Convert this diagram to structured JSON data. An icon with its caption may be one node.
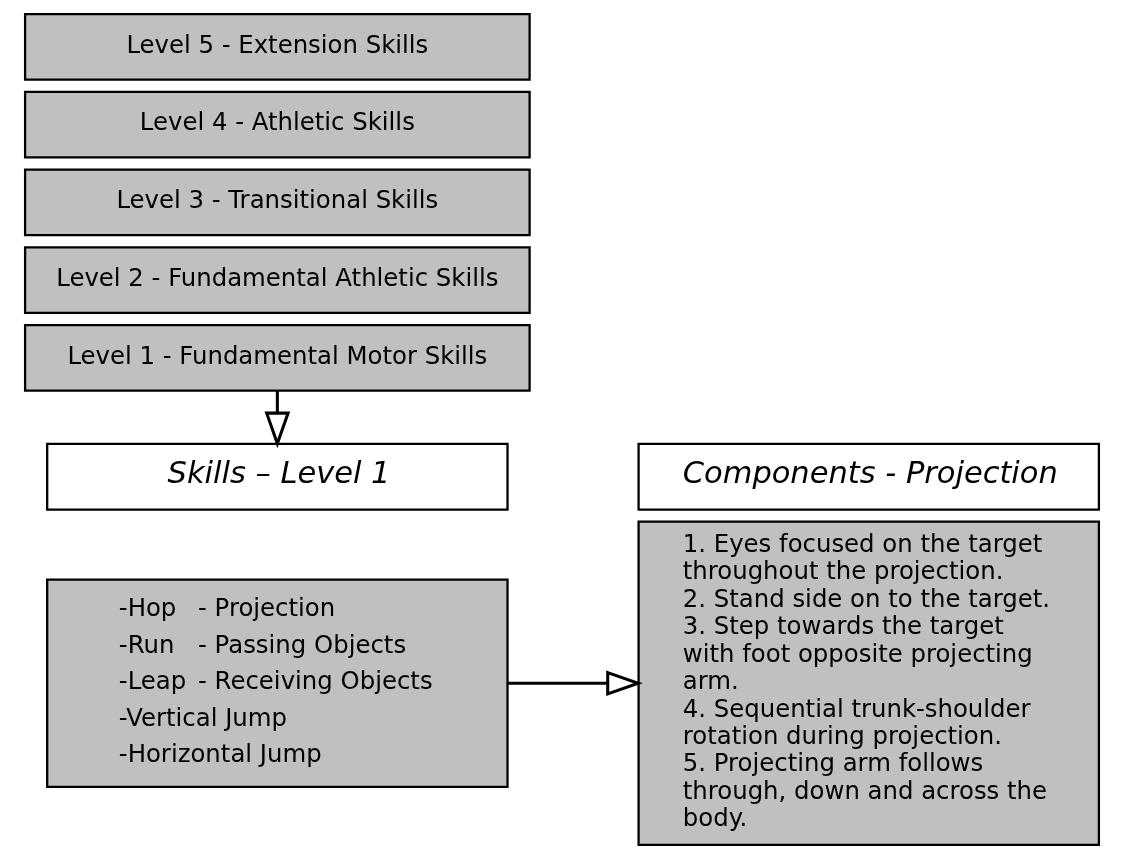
{
  "diagram": {
    "nodes": [
      {
        "text": [
          "Level 5 - Extension Skills"
        ]
      },
      {
        "text": [
          "Level 4 - Athletic Skills"
        ]
      },
      {
        "text": [
          "Level 3 - Transitional Skills"
        ]
      },
      {
        "text": [
          "Level 2 - Fundamental Athletic Skills"
        ]
      },
      {
        "text": [
          "Level 1 - Fundamental Motor Skills"
        ]
      },
      {
        "text": [
          "Skills – Level 1"
        ]
      },
      {
        "text": [
          "-Hop",
          "- Projection",
          "-Run",
          "- Passing Objects",
          "-Leap",
          "- Receiving Objects",
          "-Vertical Jump",
          "-Horizontal Jump"
        ]
      },
      {
        "text": [
          "Components - Projection"
        ]
      },
      {
        "text": [
          "1. Eyes focused on the target throughout the projection.",
          "2. Stand side on to the target.",
          "3. Step towards the target with foot opposite projecting arm.",
          "4. Sequential trunk-shoulder rotation during projection.",
          "5. Projecting arm follows through, down and across the body."
        ]
      }
    ],
    "edges": [
      {
        "from": 4,
        "to": 5,
        "arrow": "to"
      },
      {
        "from": 6,
        "to": 8,
        "arrow": "to"
      }
    ]
  }
}
